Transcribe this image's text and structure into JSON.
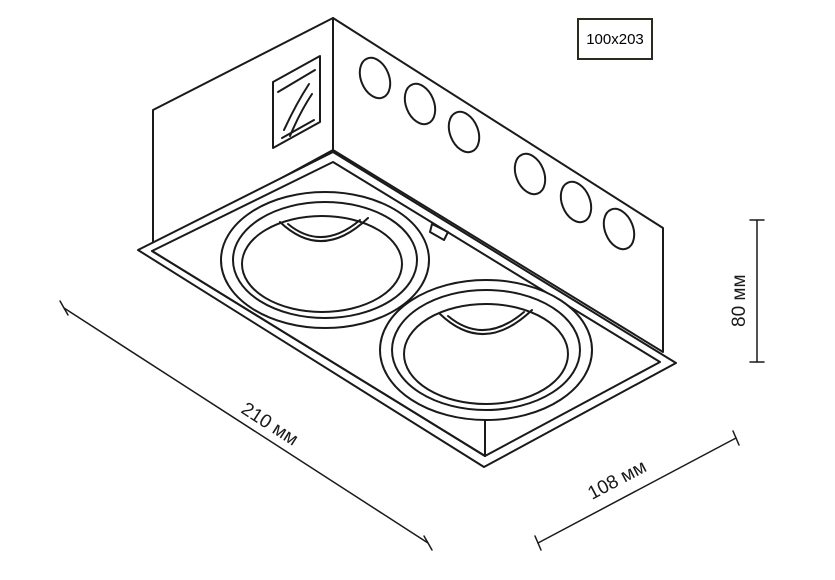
{
  "model_badge": "100x203",
  "dimensions": {
    "length": "210 мм",
    "width": "108 мм",
    "height": "80 мм"
  },
  "colors": {
    "line": "#1a1a1a",
    "badge_border": "#2b2a1f"
  }
}
